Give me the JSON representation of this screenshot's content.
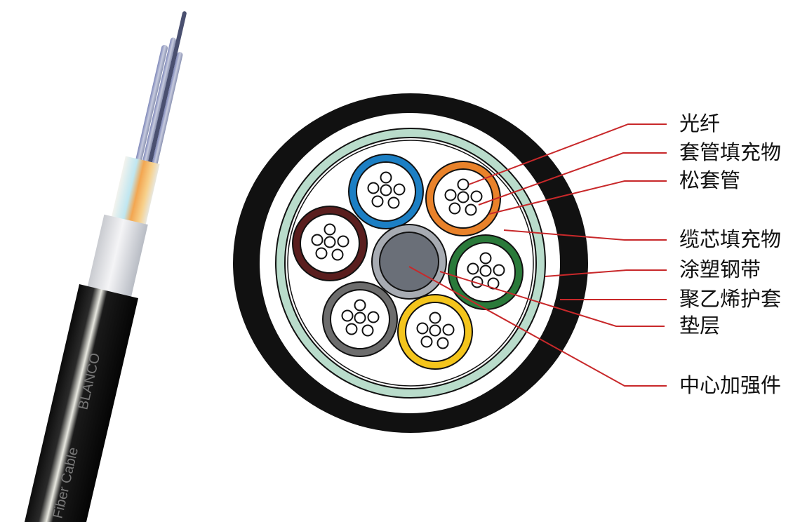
{
  "cable_photo": {
    "print_brand": "BLANCO",
    "print_product": "Fiber Cable"
  },
  "colors": {
    "leader": "#c8282a",
    "jacket": "#111111",
    "steel_tape": "#b9dccb",
    "center_outer": "#a7abb2",
    "center_inner": "#6a6f78",
    "tubes": [
      "#1c7fc4",
      "#e9822a",
      "#5a1e1e",
      "#2a7a3a",
      "#6d6d6d",
      "#f4c51c"
    ]
  },
  "labels": [
    {
      "id": "optical-fiber",
      "text": "光纤"
    },
    {
      "id": "tube-filling",
      "text": "套管填充物"
    },
    {
      "id": "loose-tube",
      "text": "松套管"
    },
    {
      "id": "core-filling",
      "text": "缆芯填充物"
    },
    {
      "id": "coated-steel-tape",
      "text": "涂塑钢带"
    },
    {
      "id": "pe-sheath",
      "text": "聚乙烯护套"
    },
    {
      "id": "bedding-layer",
      "text": "垫层"
    },
    {
      "id": "central-strength-member",
      "text": "中心加强件"
    }
  ]
}
